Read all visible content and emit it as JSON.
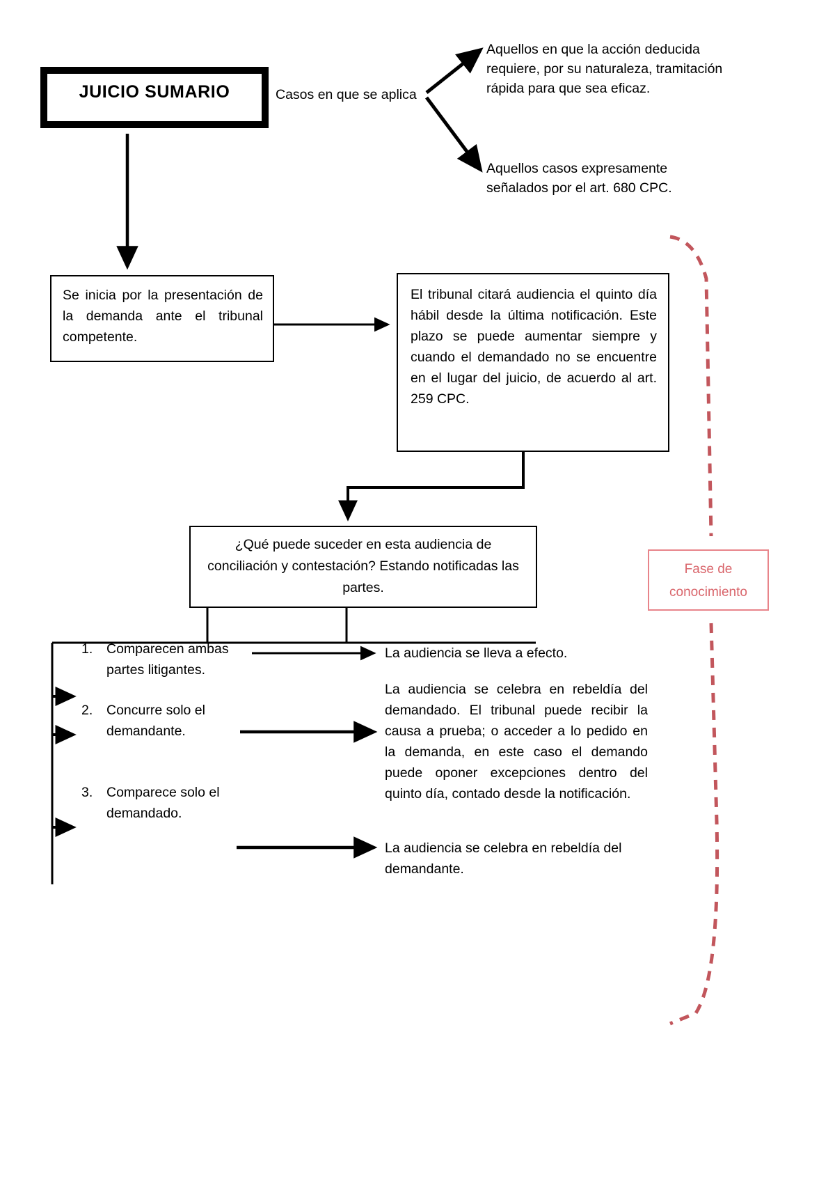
{
  "diagram": {
    "title_box": {
      "label": "JUICIO SUMARIO"
    },
    "branch_label": "Casos en que se aplica",
    "cases": [
      "Aquellos en que la acción deducida requiere, por su naturaleza, tramitación rápida para que sea eficaz.",
      "Aquellos casos expresamente señalados por el art. 680 CPC."
    ],
    "step_inicio": "Se inicia por la presentación de la demanda ante el tribunal competente.",
    "step_tribunal": "El tribunal citará audiencia el quinto día hábil desde la última notificación. Este plazo se puede aumentar siempre y cuando el demandado no se encuentre en el lugar del juicio, de acuerdo al art. 259 CPC.",
    "question_box": "¿Qué puede suceder en esta audiencia de conciliación y contestación? Estando notificadas las partes.",
    "options": [
      {
        "number": "1.",
        "label": "Comparecen ambas partes litigantes."
      },
      {
        "number": "2.",
        "label": "Concurre solo el demandante."
      },
      {
        "number": "3.",
        "label": "Comparece solo el demandado."
      }
    ],
    "outcomes": [
      "La audiencia se lleva a efecto.",
      "La audiencia se celebra en rebeldía del demandado. El tribunal puede recibir la causa a prueba; o acceder a lo pedido en la demanda, en este caso el demando puede oponer excepciones dentro del quinto día, contado desde la notificación.",
      "La audiencia se celebra en rebeldía del demandante."
    ],
    "phase_badge": {
      "line1": "Fase de",
      "line2": "conocimiento"
    },
    "colors": {
      "ink": "#000000",
      "phase_accent": "#d9656b",
      "phase_border": "#e8848a",
      "background": "#ffffff"
    }
  }
}
